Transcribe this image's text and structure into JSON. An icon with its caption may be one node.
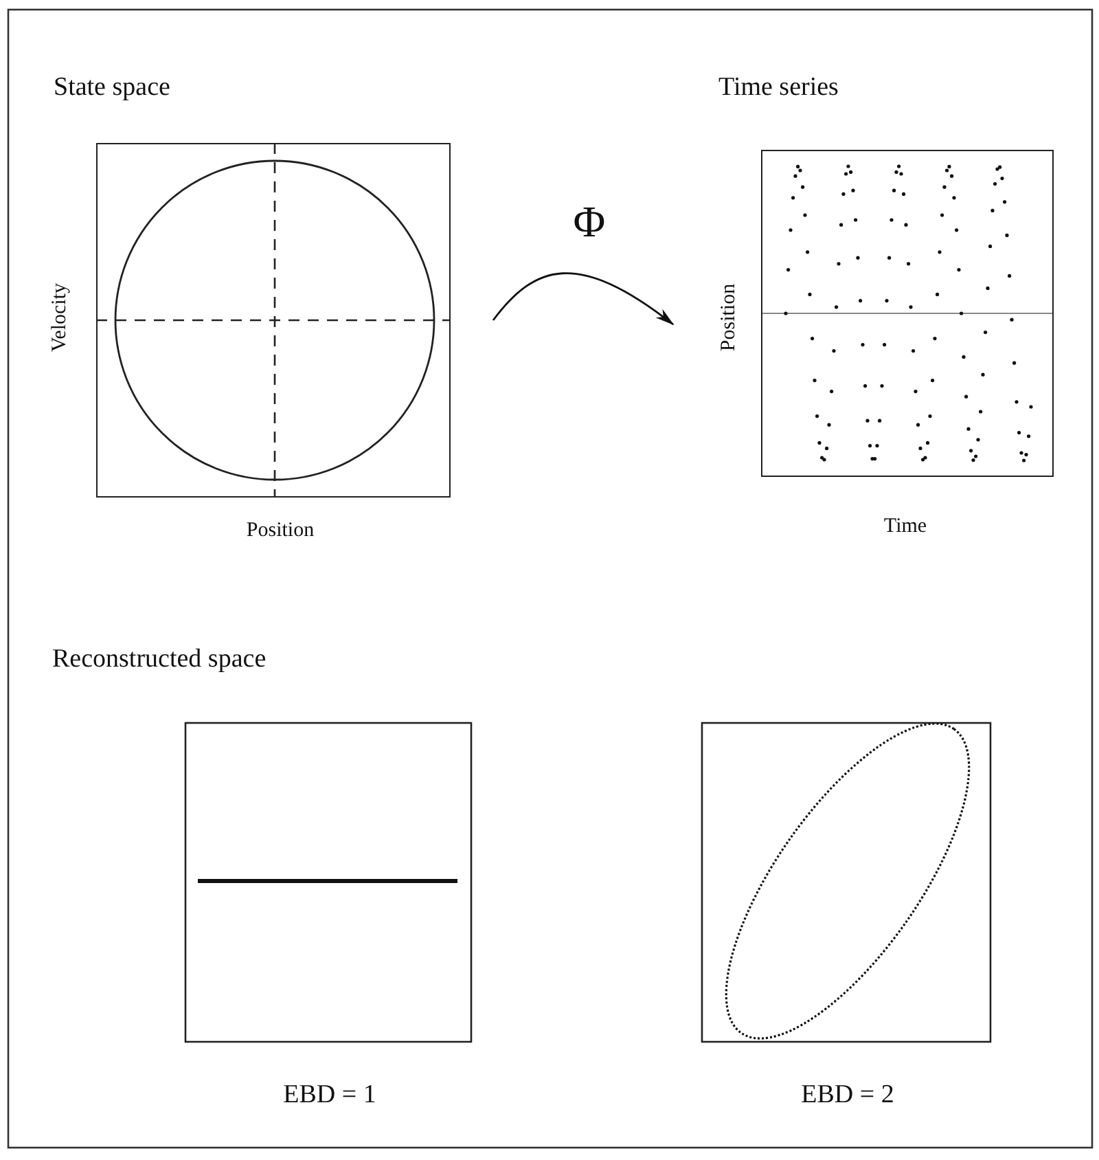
{
  "diagram": {
    "nodes": [
      {
        "text": [
          "State space",
          "Velocity",
          "Position"
        ]
      },
      {
        "text": [
          "Time series",
          "Position",
          "Time"
        ]
      }
    ],
    "edges": [
      {
        "from": 0,
        "to": 1,
        "arrow": "to",
        "label": "Φ"
      }
    ],
    "labels": [
      "Reconstructed space",
      "EBD = 1",
      "EBD = 2"
    ]
  }
}
